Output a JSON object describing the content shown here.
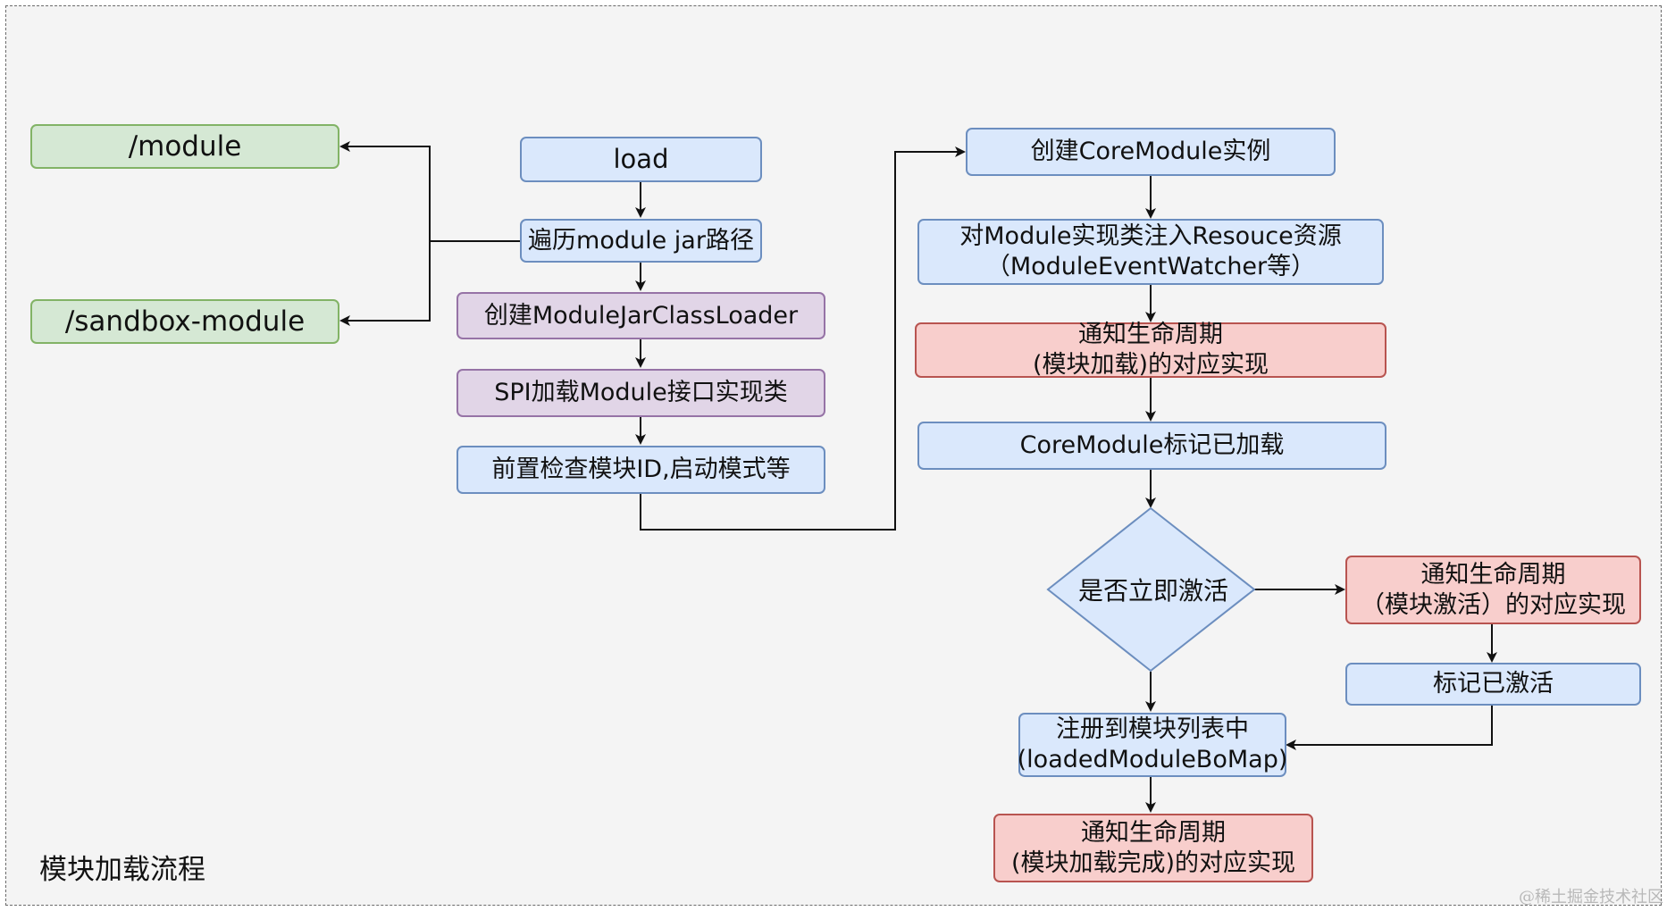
{
  "nodes": {
    "module_dir": "/module",
    "sandbox_dir": "/sandbox-module",
    "load": "load",
    "traverse": "遍历module jar路径",
    "create_loader": "创建ModuleJarClassLoader",
    "spi_load": "SPI加载Module接口实现类",
    "precheck": "前置检查模块ID,启动模式等",
    "create_core": "创建CoreModule实例",
    "inject_line1": "对Module实现类注入Resouce资源",
    "inject_line2": "（ModuleEventWatcher等）",
    "notify_load_line1": "通知生命周期",
    "notify_load_line2": "(模块加载)的对应实现",
    "mark_loaded": "CoreModule标记已加载",
    "activate_decision": "是否立即激活",
    "notify_active_line1": "通知生命周期",
    "notify_active_line2": "（模块激活）的对应实现",
    "mark_active": "标记已激活",
    "register_line1": "注册到模块列表中",
    "register_line2": "(loadedModuleBoMap)",
    "notify_done_line1": "通知生命周期",
    "notify_done_line2": "(模块加载完成)的对应实现"
  },
  "caption": "模块加载流程",
  "watermark": "@稀土掘金技术社区",
  "colors": {
    "blue_fill": "#dae8fc",
    "blue_stroke": "#6c8ebf",
    "green_fill": "#d5e8d4",
    "green_stroke": "#82b366",
    "purple_fill": "#e1d5e7",
    "purple_stroke": "#9673a6",
    "red_fill": "#f8cecc",
    "red_stroke": "#b85450"
  }
}
